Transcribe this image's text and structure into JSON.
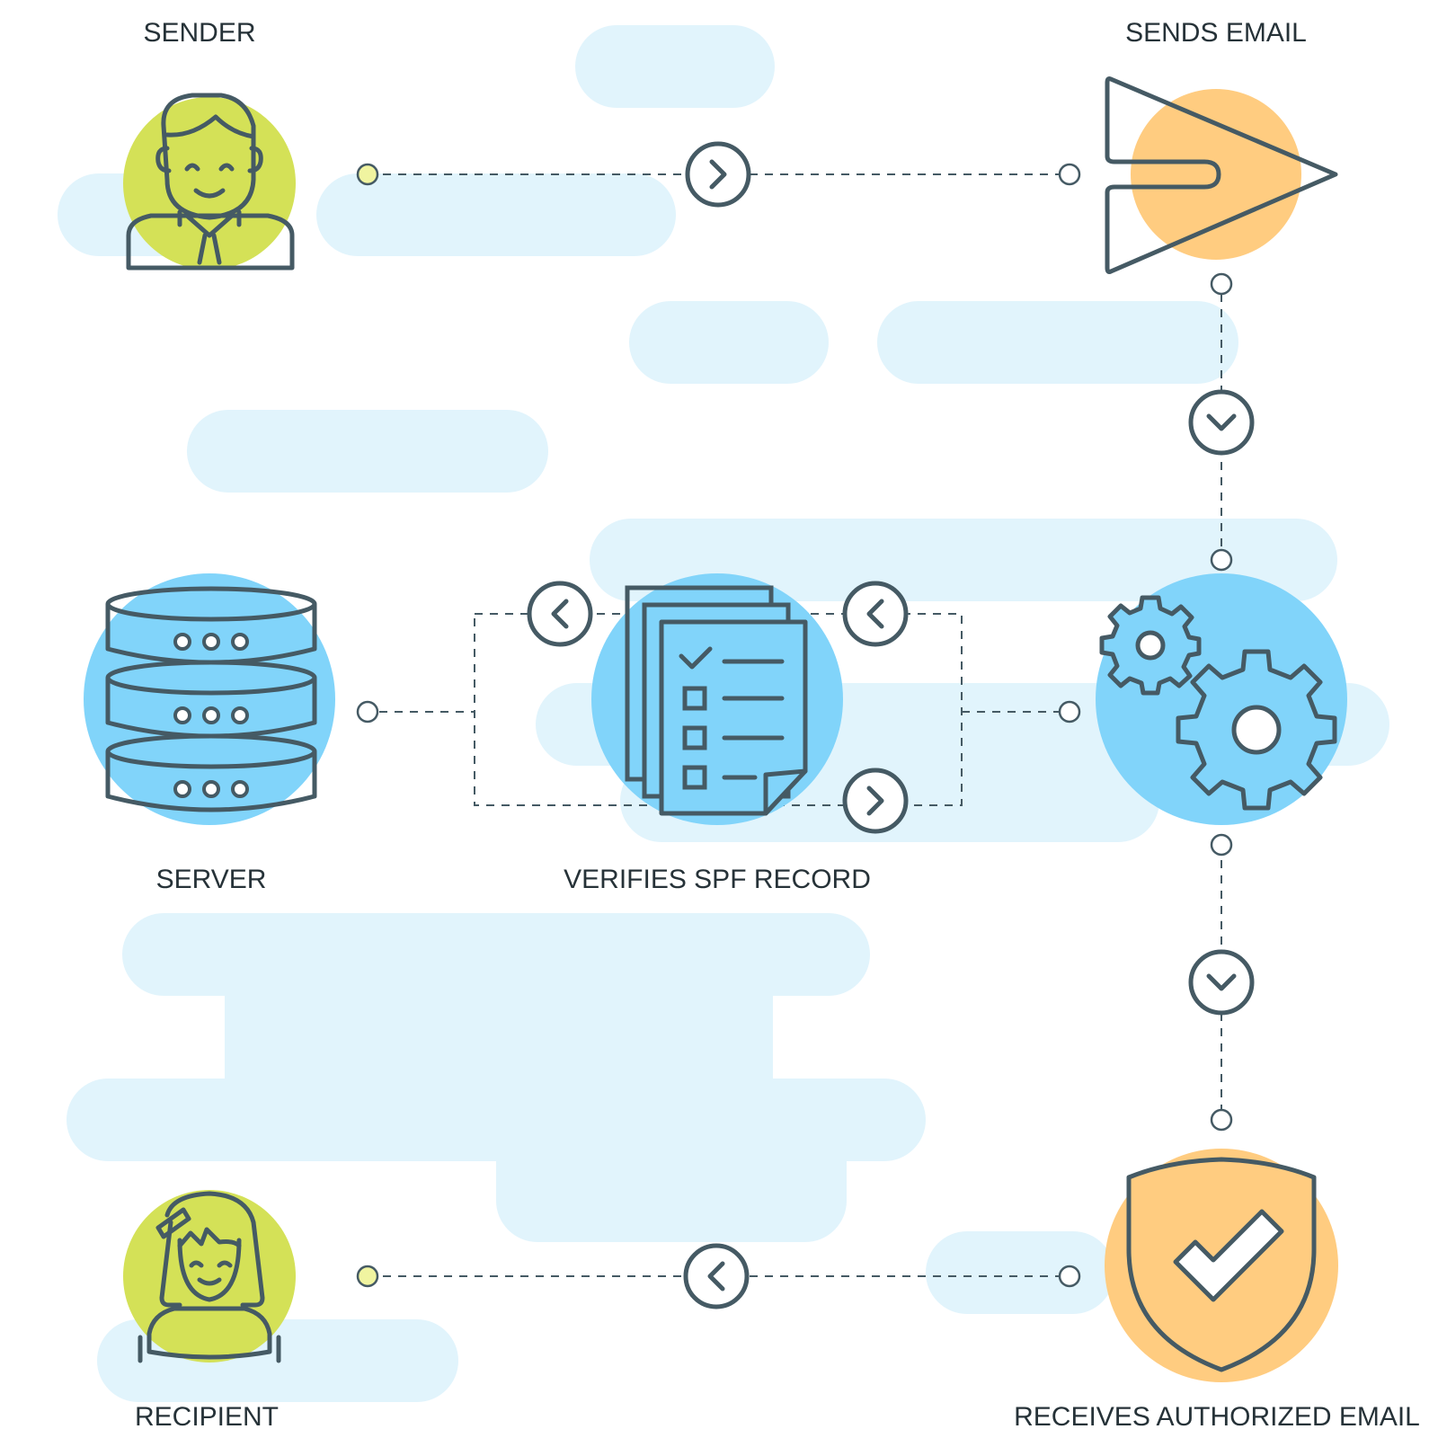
{
  "labels": {
    "sender": "SENDER",
    "sends_email": "SENDS EMAIL",
    "server": "SERVER",
    "verifies": "VERIFIES SPF RECORD",
    "recipient": "RECIPIENT",
    "receives": "RECEIVES AUTHORIZED EMAIL"
  },
  "colors": {
    "ink": "#455a64",
    "cloud": "#e1f4fc",
    "blue": "#81d4fa",
    "green": "#d4e157",
    "orange": "#ffcc80",
    "node_yellow": "#f0f4a0"
  },
  "icons": [
    "sender-person-icon",
    "send-icon",
    "server-database-icon",
    "checklist-document-icon",
    "gears-icon",
    "shield-check-icon",
    "recipient-person-icon"
  ]
}
